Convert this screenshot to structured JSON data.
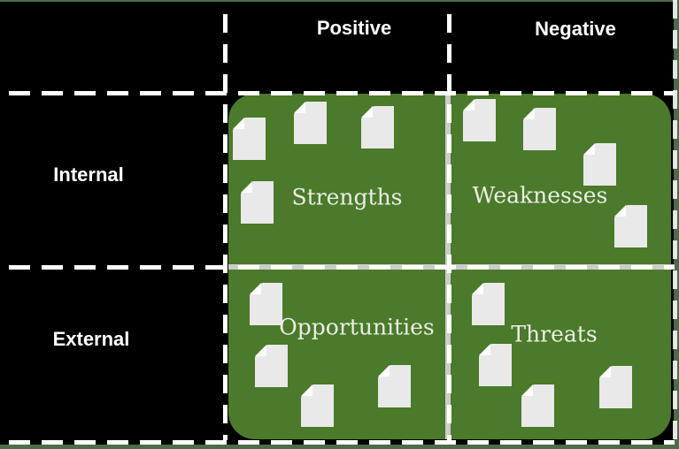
{
  "slide": {
    "columns": [
      {
        "label": "Positive"
      },
      {
        "label": "Negative"
      }
    ],
    "rows": [
      {
        "label": "Internal"
      },
      {
        "label": "External"
      }
    ],
    "quadrants": [
      {
        "label": "Strengths"
      },
      {
        "label": "Weaknesses"
      },
      {
        "label": "Opportunities"
      },
      {
        "label": "Threats"
      }
    ],
    "icons": {
      "name": "document-icon",
      "per_quadrant": 4,
      "total": 16
    },
    "colors": {
      "slide_border_green": "#4e6c49",
      "table_background": "#000000",
      "quadrant_green": "#4b7a2a",
      "grid_dash_white": "#ffffff",
      "grid_base_gray": "#cccccc",
      "header_text": "#ffffff",
      "quadrant_text": "#ebeee6",
      "document_fill": "#e9e9e9"
    }
  }
}
